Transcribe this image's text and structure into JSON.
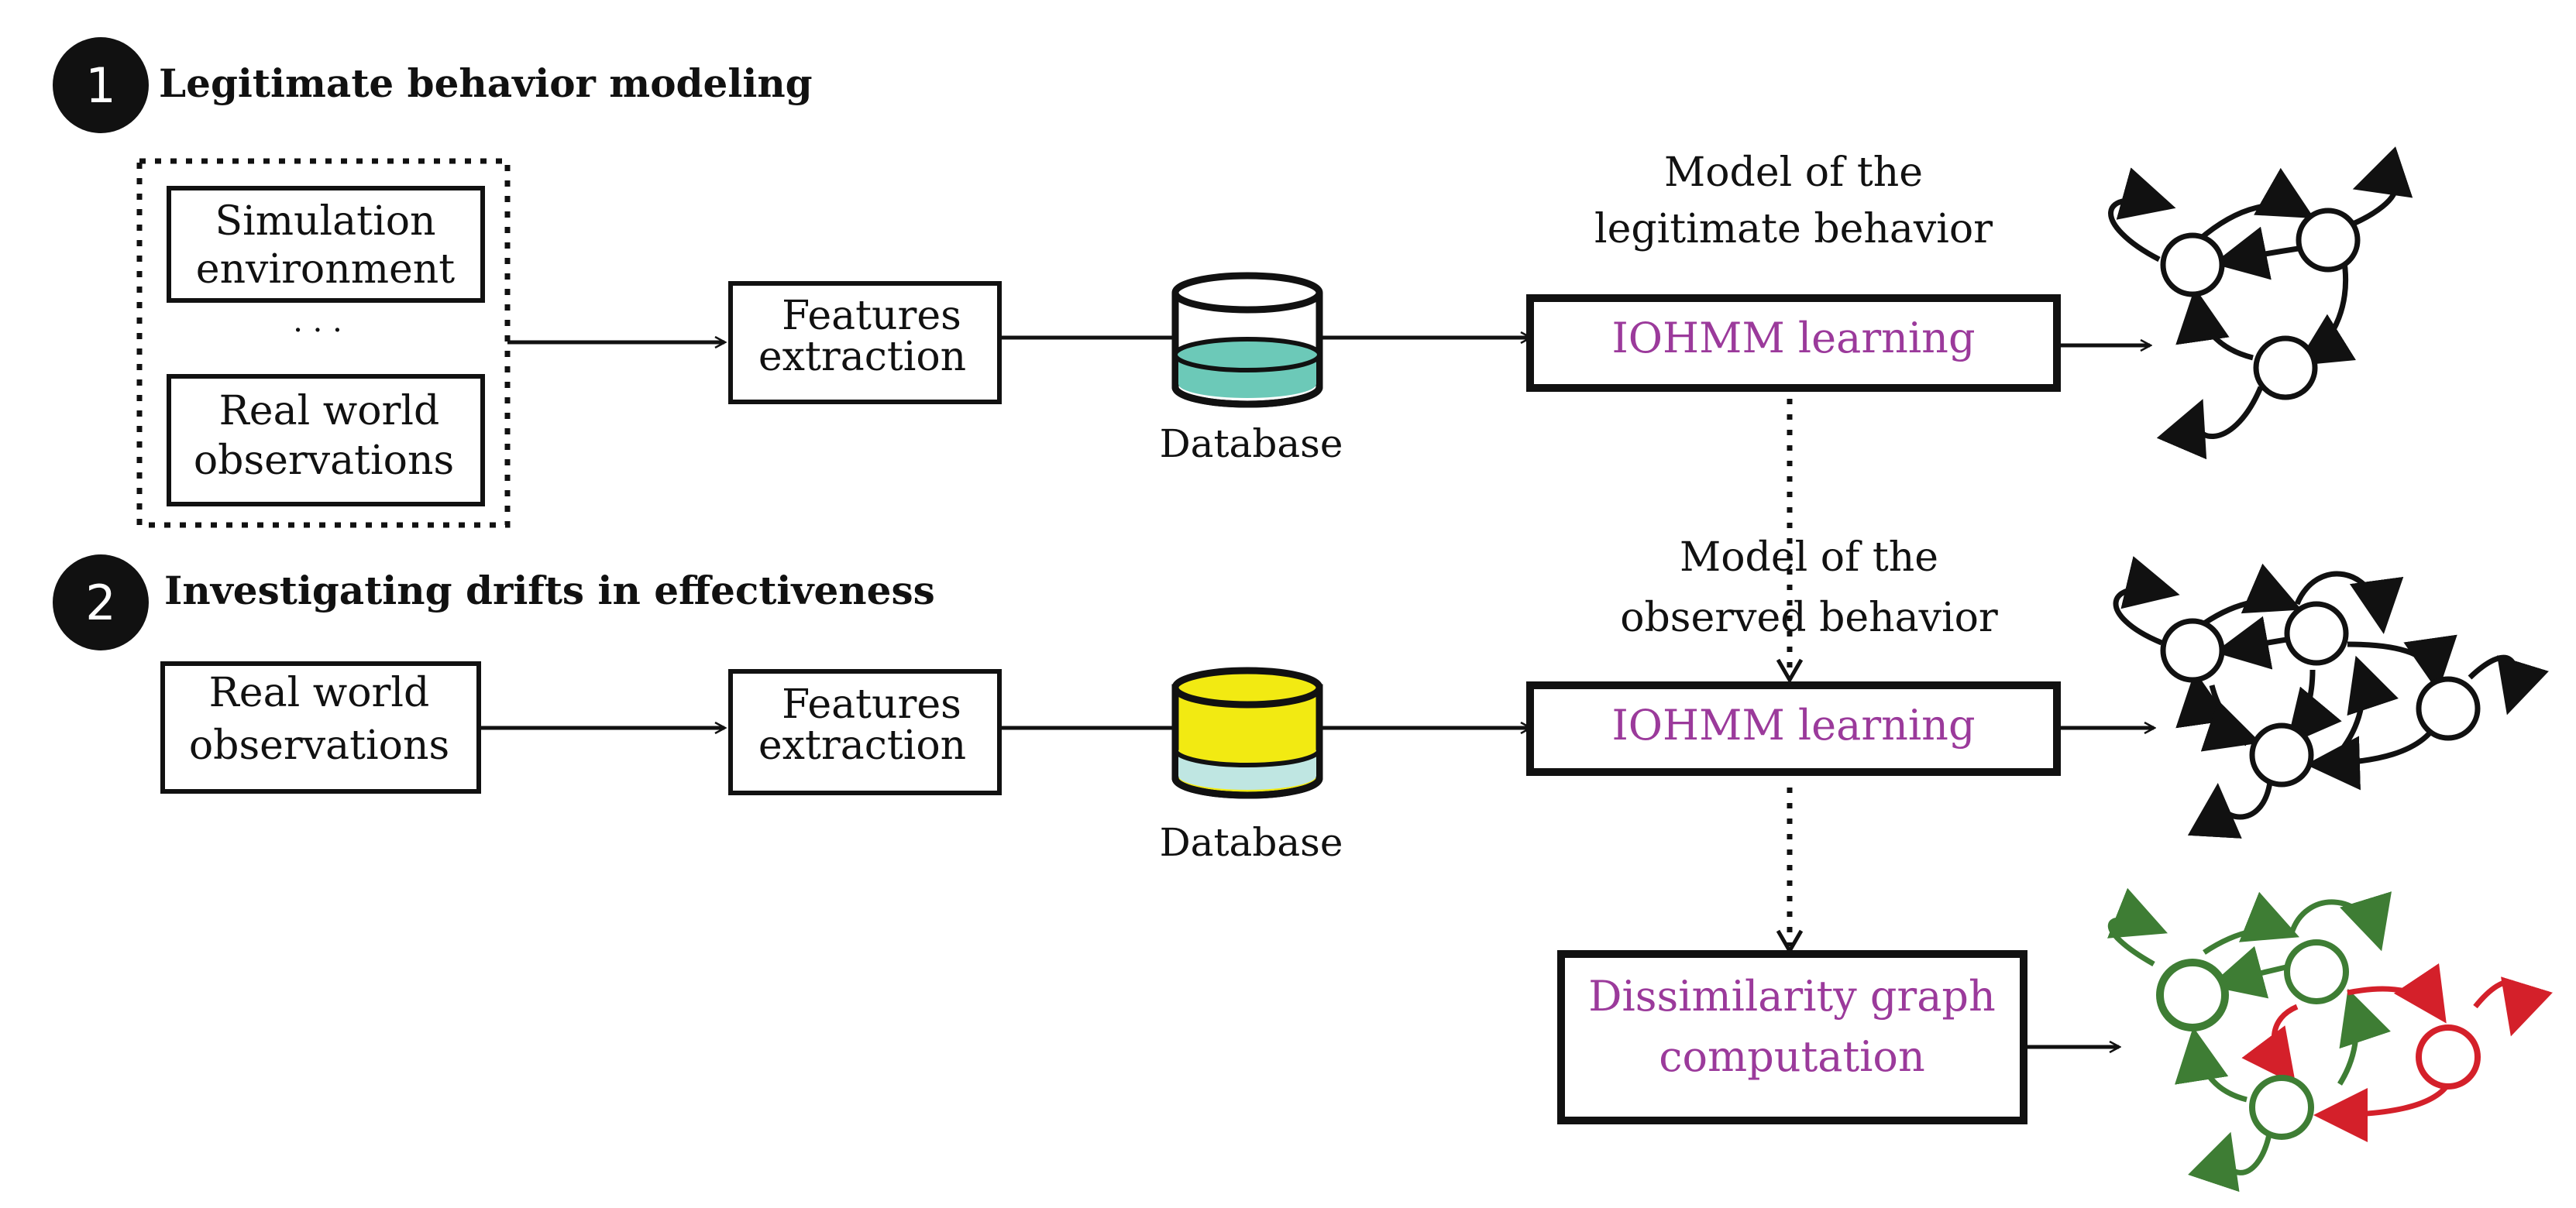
{
  "steps": [
    {
      "number": "1",
      "title": "Legitimate behavior modeling"
    },
    {
      "number": "2",
      "title": "Investigating drifts in effectiveness"
    }
  ],
  "sources": {
    "simulation_line1": "Simulation",
    "simulation_line2": "environment",
    "ellipsis": "· · ·",
    "real_world_line1": "Real world",
    "real_world_line2": "observations"
  },
  "features_extraction": {
    "line1": "Features",
    "line2": "extraction"
  },
  "database_label": "Database",
  "model_legitimate": {
    "line1": "Model of the",
    "line2": "legitimate behavior"
  },
  "model_observed": {
    "line1": "Model of the",
    "line2": "observed behavior"
  },
  "iohmm_label": "IOHMM learning",
  "dissimilarity": {
    "line1": "Dissimilarity graph",
    "line2": "computation"
  },
  "colors": {
    "database1_fill": "#6cc9b8",
    "database2_top": "#f2ea12",
    "database2_bottom": "#bfe6e2",
    "step_badge": "#111111",
    "process_text": "#9b3a9b",
    "graph_similar": "#3e7d34",
    "graph_dissimilar": "#d4202a"
  }
}
